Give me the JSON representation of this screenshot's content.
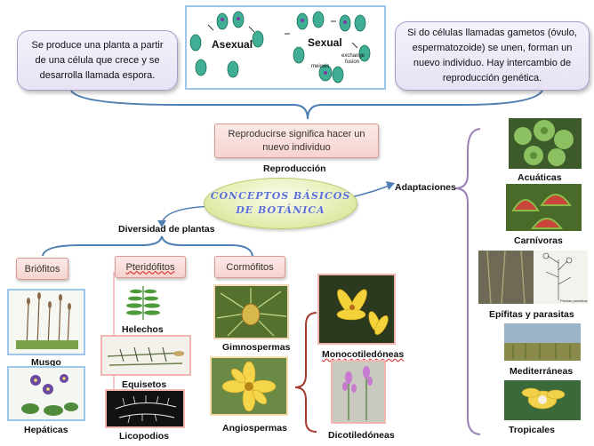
{
  "center": {
    "line1": "CONCEPTOS BÁSICOS",
    "line2": "DE BOTÁNICA"
  },
  "top": {
    "asexual_callout": "Se produce una planta a partir de una célula que crece y se desarrolla llamada espora.",
    "sexual_callout": "Si do células llamadas gametos (óvulo, espermatozoide) se unen, forman un nuevo individuo. Hay intercambio de reproducción genética.",
    "figure_asexual": "Asexual",
    "figure_sexual": "Sexual",
    "figure_meiosis": "meiosis",
    "figure_exchange": "exchange",
    "figure_fusion": "fusion",
    "definition": "Reproducirse significa hacer un nuevo individuo",
    "reproduction_label": "Reproducción"
  },
  "diversity": {
    "label": "Diversidad de plantas",
    "groups": [
      "Briófitos",
      "Pteridófitos",
      "Cormófitos"
    ],
    "briofitos": [
      "Musgo",
      "Hepáticas"
    ],
    "pteridofitos": [
      "Helechos",
      "Equisetos",
      "Licopodios"
    ],
    "cormofitos": [
      "Gimnospermas",
      "Angiospermas"
    ],
    "angiospermas": [
      "Monocotiledóneas",
      "Dicotiledóneas"
    ]
  },
  "adaptations": {
    "label": "Adaptaciones",
    "items": [
      "Acuáticas",
      "Carnívoras",
      "Epífitas y parasitas",
      "Mediterráneas",
      "Tropicales"
    ],
    "epifitas_caption": "Plantas parásitas"
  },
  "colors": {
    "connector": "#4f7fb3",
    "bracket_purple": "#9a7fb6",
    "bracket_red": "#a63a2e",
    "title_text": "#5b6fd6"
  }
}
